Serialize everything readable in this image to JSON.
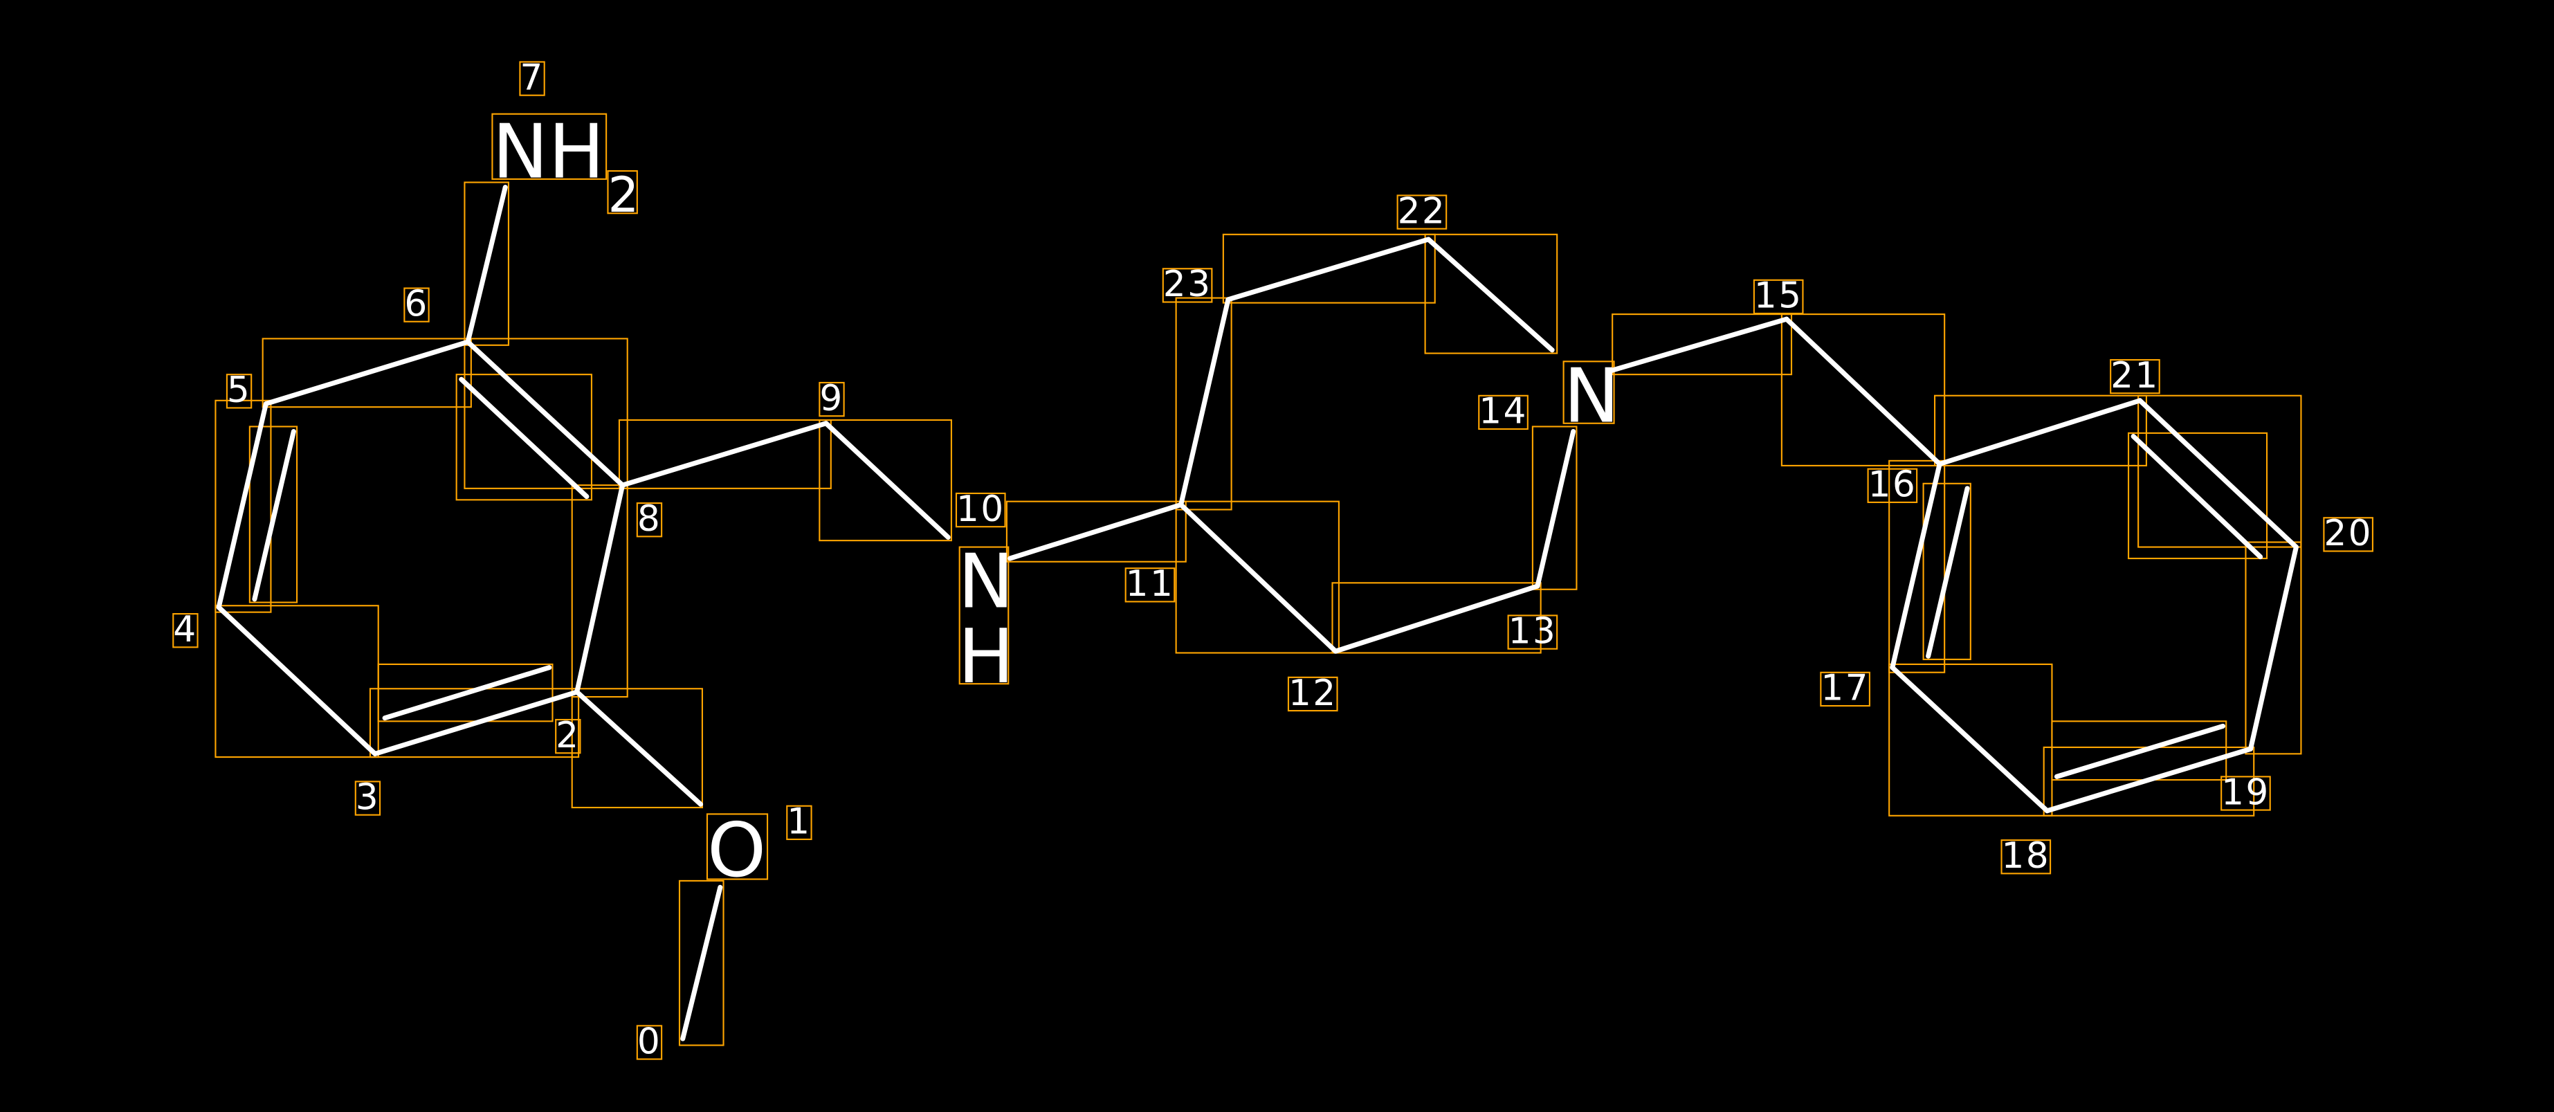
{
  "diagram": {
    "type": "molecule-annotation",
    "colors": {
      "background": "#000000",
      "bond": "#ffffff",
      "box": "#ffa500",
      "text": "#ffffff"
    },
    "atom_indices": [
      "0",
      "1",
      "2",
      "3",
      "4",
      "5",
      "6",
      "7",
      "8",
      "9",
      "10",
      "11",
      "12",
      "13",
      "14",
      "15",
      "16",
      "17",
      "18",
      "19",
      "20",
      "21",
      "22",
      "23"
    ],
    "symbols": {
      "amine_main": "NH",
      "amine_sub": "2",
      "oxygen": "O",
      "nh_n": "N",
      "nh_h": "H",
      "nitrogen": "N"
    }
  }
}
